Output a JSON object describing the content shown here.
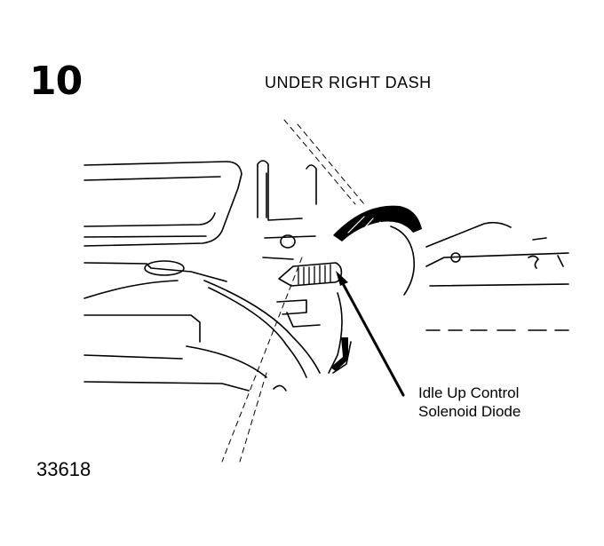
{
  "figure": {
    "number": "10",
    "title": "UNDER RIGHT DASH",
    "callout": {
      "line1": "Idle Up Control",
      "line2": "Solenoid Diode"
    },
    "reference_number": "33618"
  },
  "colors": {
    "ink": "#000000",
    "paper": "#ffffff"
  }
}
